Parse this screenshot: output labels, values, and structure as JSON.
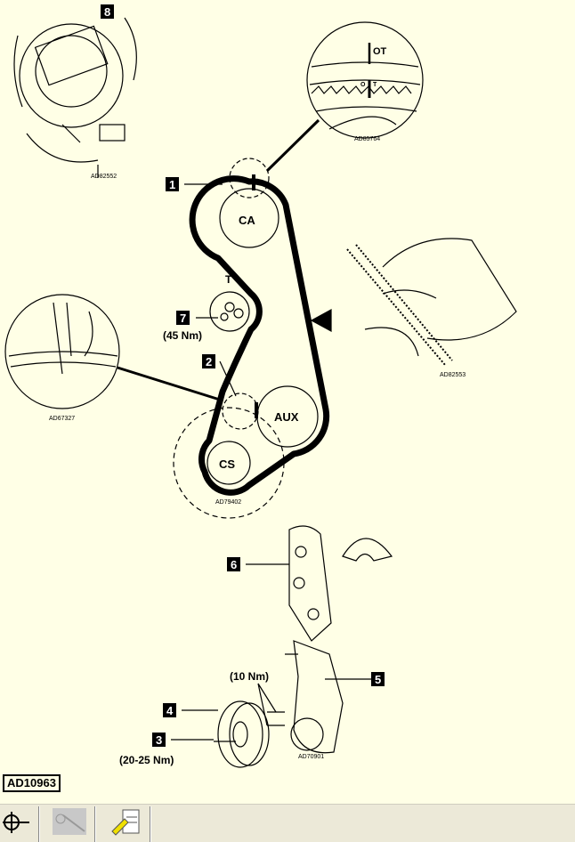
{
  "diagram": {
    "reference_id": "AD10963",
    "pulleys": {
      "camshaft": "CA",
      "tensioner": "T",
      "auxiliary": "AUX",
      "crankshaft": "CS"
    },
    "callouts": [
      "1",
      "2",
      "3",
      "4",
      "5",
      "6",
      "7",
      "8"
    ],
    "torques": {
      "tensioner": "(45 Nm)",
      "bracket_bolts": "(10 Nm)",
      "crank_bolt": "(20-25 Nm)"
    },
    "detail_marks": {
      "ot": "OT",
      "o": "O",
      "t": "T"
    },
    "image_codes": {
      "distributor": "AD82552",
      "timing_mark": "AD85764",
      "belt_hand": "AD82553",
      "crank_mark": "AD67327",
      "belt_layout": "AD79402",
      "bracket": "AD70901"
    }
  },
  "toolbar": {
    "buttons": [
      {
        "name": "crosshair-tool"
      },
      {
        "name": "belt-tool",
        "disabled": true
      },
      {
        "name": "notes-tool"
      }
    ]
  },
  "colors": {
    "background": "#FFFFE6",
    "toolbar": "#ECE9D8"
  }
}
